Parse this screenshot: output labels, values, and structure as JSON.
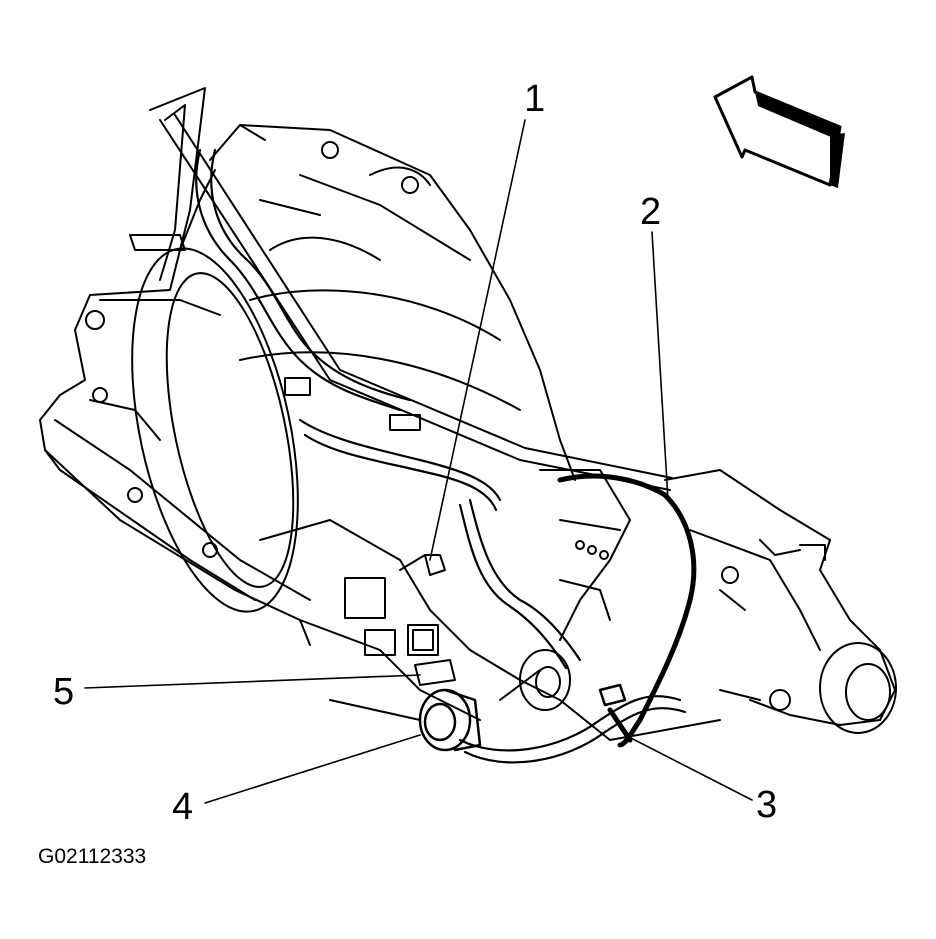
{
  "callouts": {
    "c1": "1",
    "c2": "2",
    "c3": "3",
    "c4": "4",
    "c5": "5"
  },
  "figure_id": "G02112333",
  "colors": {
    "ink": "#000000",
    "background": "#ffffff"
  },
  "icons": {
    "direction_arrow": "front-direction-arrow-icon"
  }
}
